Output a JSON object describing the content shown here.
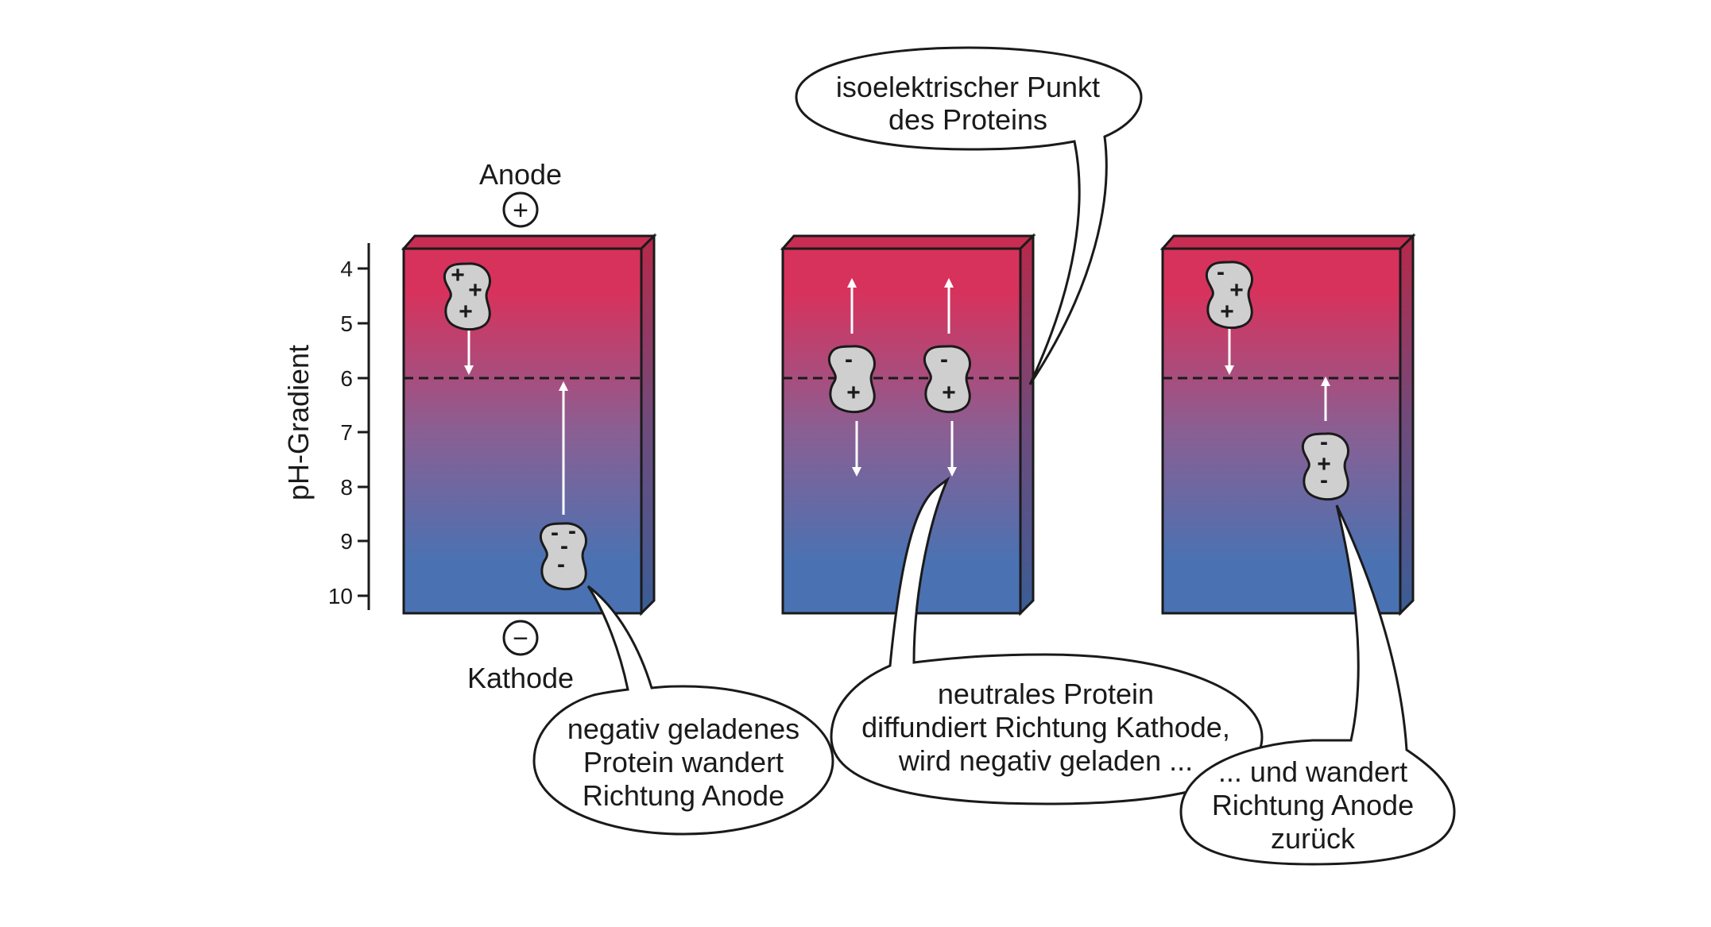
{
  "axis": {
    "label": "pH-Gradient",
    "ticks": [
      "4",
      "5",
      "6",
      "7",
      "8",
      "9",
      "10"
    ]
  },
  "electrodes": {
    "anode_label": "Anode",
    "anode_symbol": "+",
    "cathode_label": "Kathode",
    "cathode_symbol": "−"
  },
  "proteins": {
    "p1_signs": [
      "+",
      "+",
      "+"
    ],
    "p2_signs": [
      "-",
      "-",
      "-",
      "-"
    ],
    "p3_signs": [
      "-",
      "+"
    ],
    "p4_signs": [
      "-",
      "+"
    ],
    "p5_signs": [
      "-",
      "+",
      "+"
    ],
    "p6_signs": [
      "-",
      "+",
      "-"
    ]
  },
  "callouts": {
    "isoelectric": [
      "isoelektrischer Punkt",
      "des Proteins"
    ],
    "negative": [
      "negativ geladenes",
      "Protein wandert",
      "Richtung Anode"
    ],
    "neutral": [
      "neutrales Protein",
      "diffundiert Richtung Kathode,",
      "wird negativ geladen ..."
    ],
    "returns": [
      "... und wandert",
      "Richtung Anode",
      "zurück"
    ]
  },
  "colors": {
    "gradient_top": "#d7325c",
    "gradient_mid": "#8a5f93",
    "gradient_bottom": "#4a72b2",
    "protein_fill": "#cfcfcf",
    "outline": "#1a1a1a"
  }
}
